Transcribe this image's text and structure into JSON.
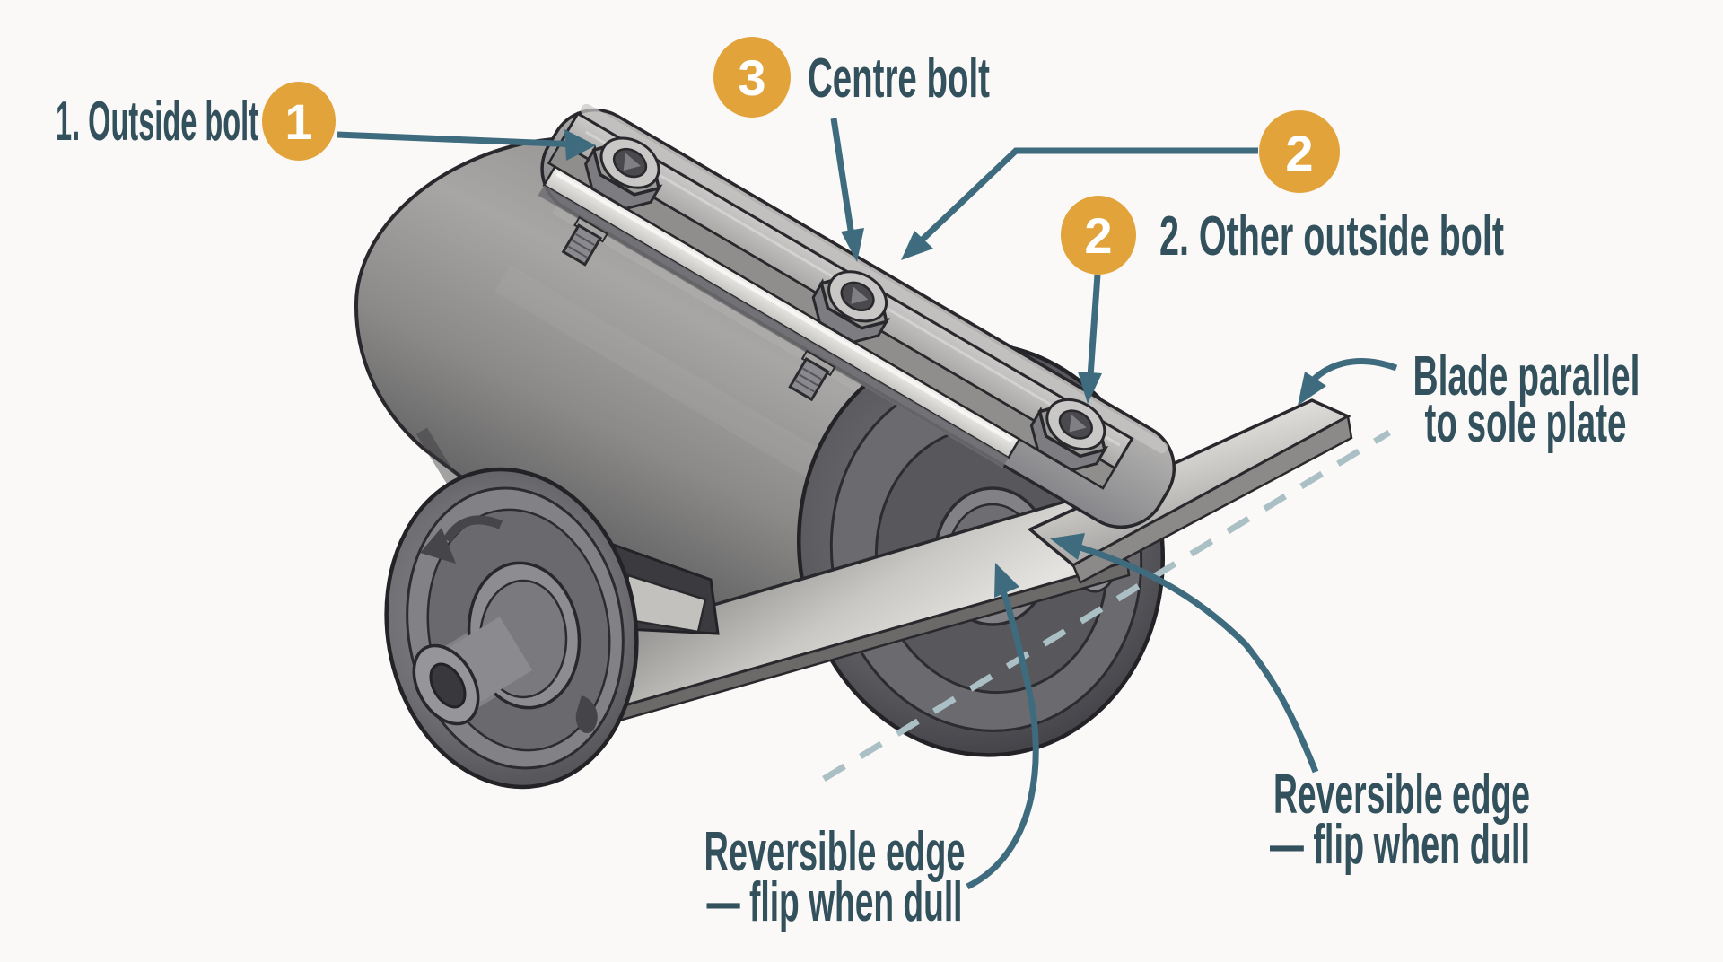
{
  "diagram": {
    "description": "Cutting cylinder blade assembly diagram",
    "colors": {
      "background": "#faf9f7",
      "badge_orange": "#e2a33b",
      "label_slate": "#33515d",
      "pointer_teal": "#3e6c7e",
      "dashed_line": "#abc0c5",
      "metal_light": "#d8d7d5",
      "metal_mid": "#9b9a98",
      "metal_dark": "#4a494d",
      "outline": "#29292d"
    },
    "labels": {
      "outside_bolt": "1. Outside bolt",
      "centre_bolt": "Centre bolt",
      "other_outside_bolt": "2. Other outside bolt",
      "blade_parallel_line1": "Blade parallel",
      "blade_parallel_line2": "to sole plate",
      "reversible_left_line1": "Reversible edge",
      "reversible_left_line2": "— flip when dull",
      "reversible_right_line1": "Reversible edge",
      "reversible_right_line2": "— flip when dull"
    },
    "badges": [
      {
        "id": "badge-1",
        "number": "1"
      },
      {
        "id": "badge-3",
        "number": "3"
      },
      {
        "id": "badge-2-top-right",
        "number": "2"
      },
      {
        "id": "badge-2-inline",
        "number": "2"
      }
    ]
  }
}
